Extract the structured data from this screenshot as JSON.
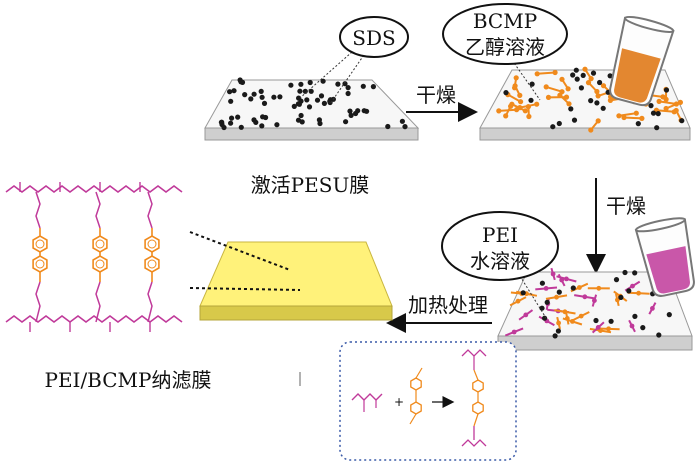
{
  "bubbles": {
    "sds": "SDS",
    "bcmp": {
      "line1": "BCMP",
      "line2": "乙醇溶液"
    },
    "pei": {
      "line1": "PEI",
      "line2": "水溶液"
    }
  },
  "arrows": {
    "dry_top": "干燥",
    "dry_right": "干燥",
    "heat": "加热处理"
  },
  "captions": {
    "activated": "激活PESU膜",
    "product": "PEI/BCMP纳滤膜"
  },
  "colors": {
    "bcmp_orange": "#f08a1c",
    "pei_magenta": "#c03a9a",
    "dot_black": "#1a1a1a",
    "membrane_yellow": "#fff27a",
    "inset_border": "#3a5aa8"
  }
}
